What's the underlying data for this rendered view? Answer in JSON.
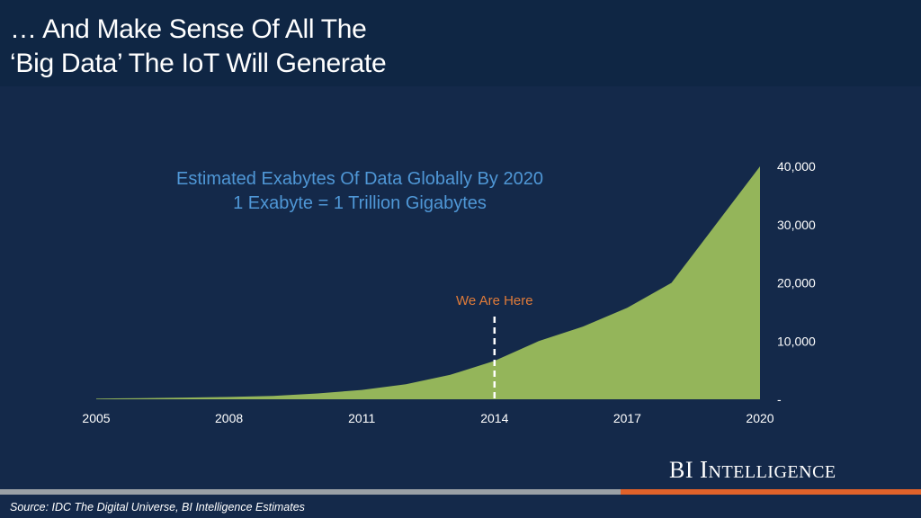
{
  "slide": {
    "title": "… And Make Sense Of All The\n‘Big Data’ The IoT Will Generate",
    "source": "Source: IDC The Digital Universe, BI Intelligence Estimates",
    "brand": {
      "initials": "BI",
      "word_first": "I",
      "word_rest": "NTELLIGENCE"
    },
    "colors": {
      "background": "#14294a",
      "header": "#0f2644",
      "area": "#94b55a",
      "subtitle": "#4f97d6",
      "marker": "#e07b39",
      "footer_grey": "#9aa0a6",
      "footer_orange": "#e0622a"
    }
  },
  "chart_data": {
    "type": "area",
    "title_lines": [
      "Estimated Exabytes Of Data Globally By 2020",
      "1 Exabyte = 1 Trillion Gigabytes"
    ],
    "x": [
      2005,
      2006,
      2007,
      2008,
      2009,
      2010,
      2011,
      2012,
      2013,
      2014,
      2015,
      2016,
      2017,
      2018,
      2019,
      2020
    ],
    "series": [
      {
        "values": [
          130,
          200,
          290,
          400,
          590,
          1000,
          1600,
          2600,
          4200,
          6600,
          10000,
          12500,
          15700,
          20000,
          30000,
          40000
        ]
      }
    ],
    "xticks": [
      "2005",
      "2008",
      "2011",
      "2014",
      "2017",
      "2020"
    ],
    "yticks": [
      "-",
      "10,000",
      "20,000",
      "30,000",
      "40,000"
    ],
    "ylim": [
      0,
      40000
    ],
    "xlim": [
      2005,
      2020
    ],
    "y_axis_position": "right",
    "grid": false,
    "annotation": {
      "text": "We Are Here",
      "x": 2014
    }
  }
}
